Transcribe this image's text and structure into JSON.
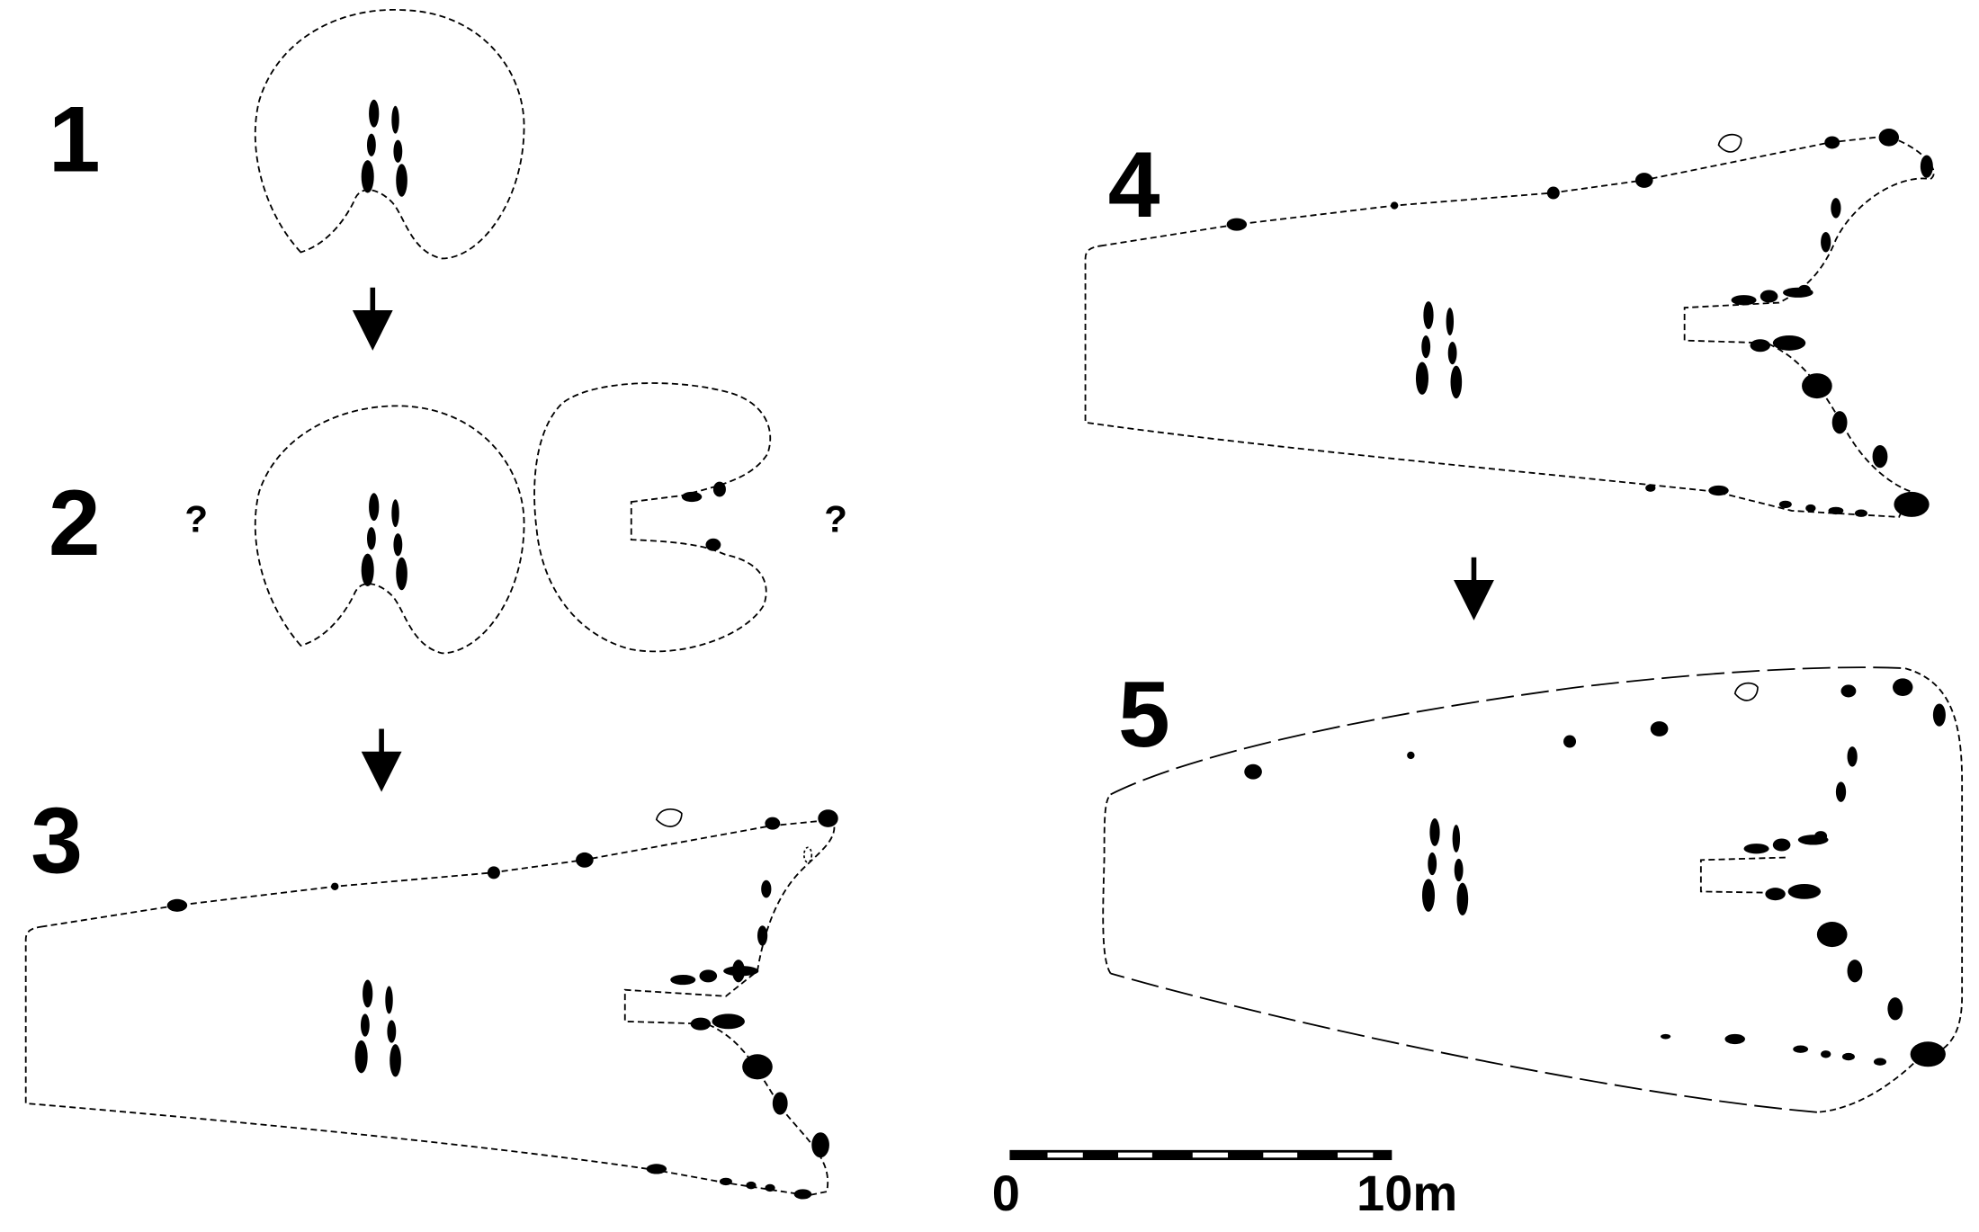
{
  "phases": [
    {
      "label": "1"
    },
    {
      "label": "2",
      "uncertain_left": "?",
      "uncertain_right": "?"
    },
    {
      "label": "3"
    },
    {
      "label": "4"
    },
    {
      "label": "5"
    }
  ],
  "scale_bar": {
    "start_label": "0",
    "end_label": "10m"
  }
}
